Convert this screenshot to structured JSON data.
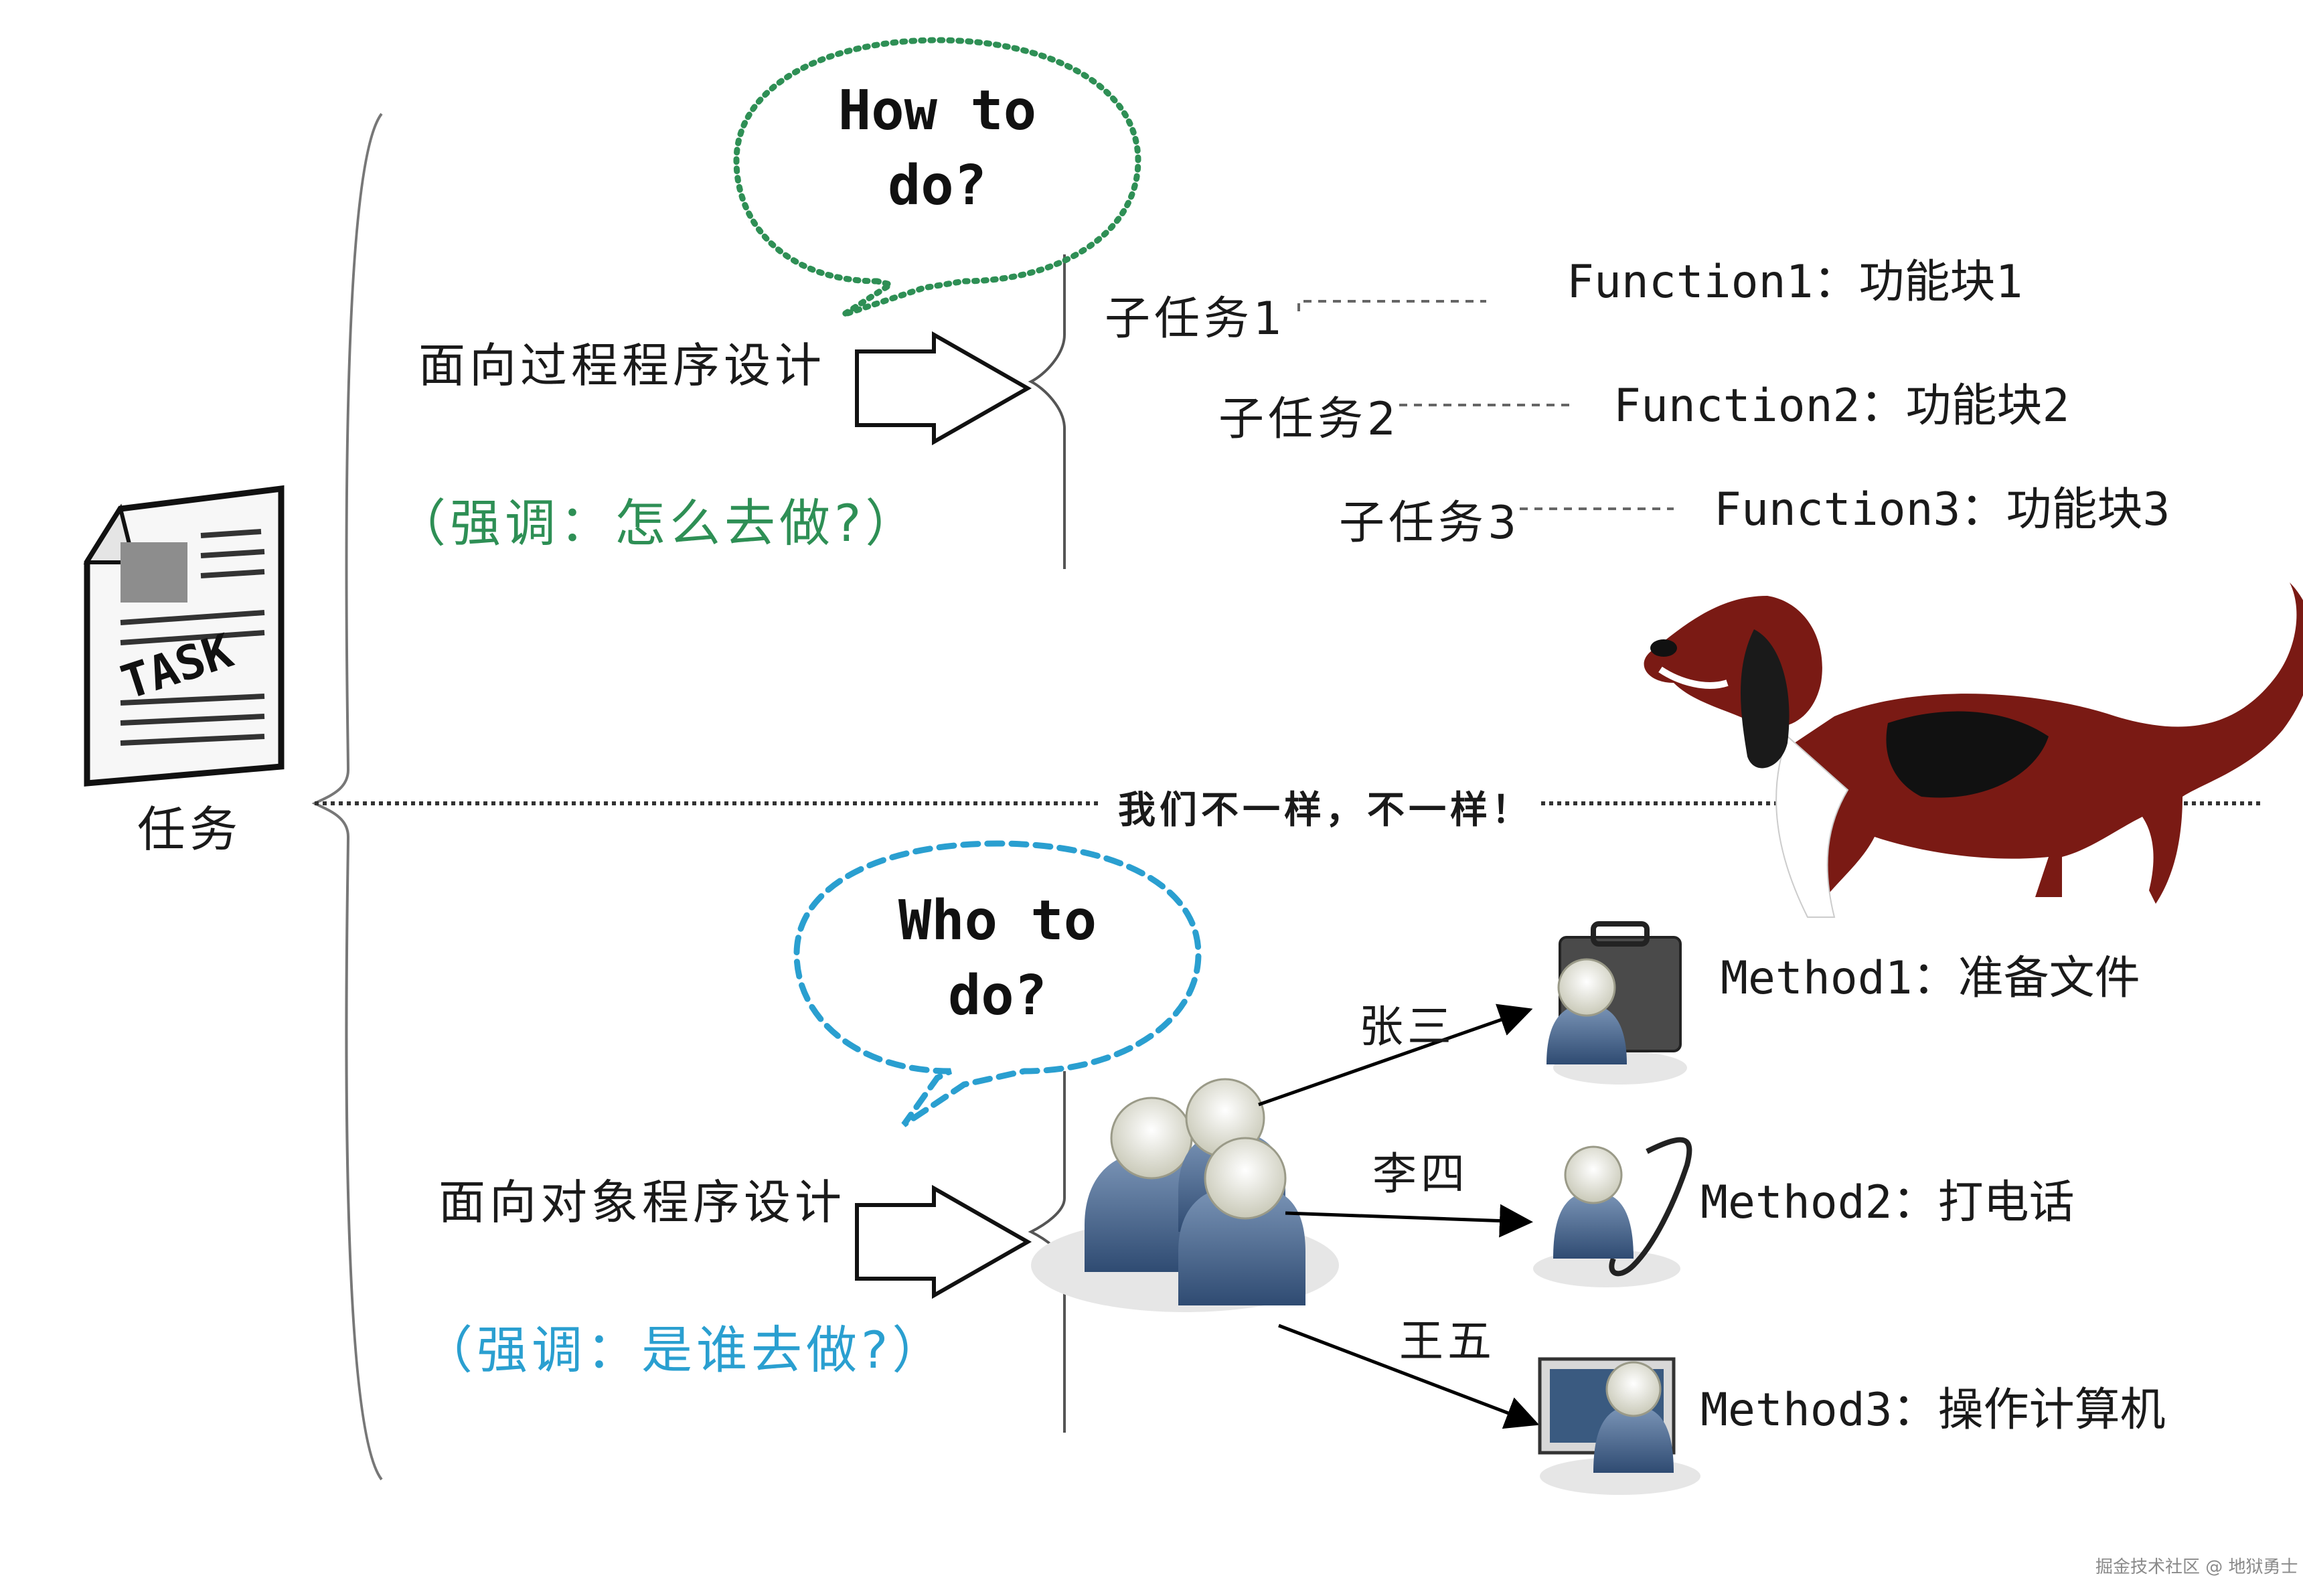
{
  "task": {
    "doc_text": "TASK",
    "label": "任务"
  },
  "top": {
    "bubble": {
      "line1": "How to",
      "line2": "do?"
    },
    "title": "面向过程程序设计",
    "emphasis": "（强调：怎么去做?）",
    "subtasks": [
      {
        "task": "子任务1",
        "func": "Function1：功能块1"
      },
      {
        "task": "子任务2",
        "func": "Function2：功能块2"
      },
      {
        "task": "子任务3",
        "func": "Function3：功能块3"
      }
    ]
  },
  "divider_text": "我们不一样，不一样！",
  "bottom": {
    "bubble": {
      "line1": "Who to",
      "line2": "do?"
    },
    "title": "面向对象程序设计",
    "emphasis": "（强调：是谁去做?）",
    "actors": [
      {
        "name": "张三",
        "method": "Method1：准备文件",
        "icon": "briefcase-person-icon"
      },
      {
        "name": "李四",
        "method": "Method2：打电话",
        "icon": "phone-person-icon"
      },
      {
        "name": "王五",
        "method": "Method3：操作计算机",
        "icon": "computer-person-icon"
      }
    ]
  },
  "watermark": "掘金技术社区 @ 地狱勇士",
  "colors": {
    "emphasis_top": "#2e8f55",
    "emphasis_bottom": "#2a9fd0",
    "bubble_top": "#2e8f55",
    "bubble_bottom": "#2a9fd0",
    "dog_red": "#7a1a14"
  }
}
